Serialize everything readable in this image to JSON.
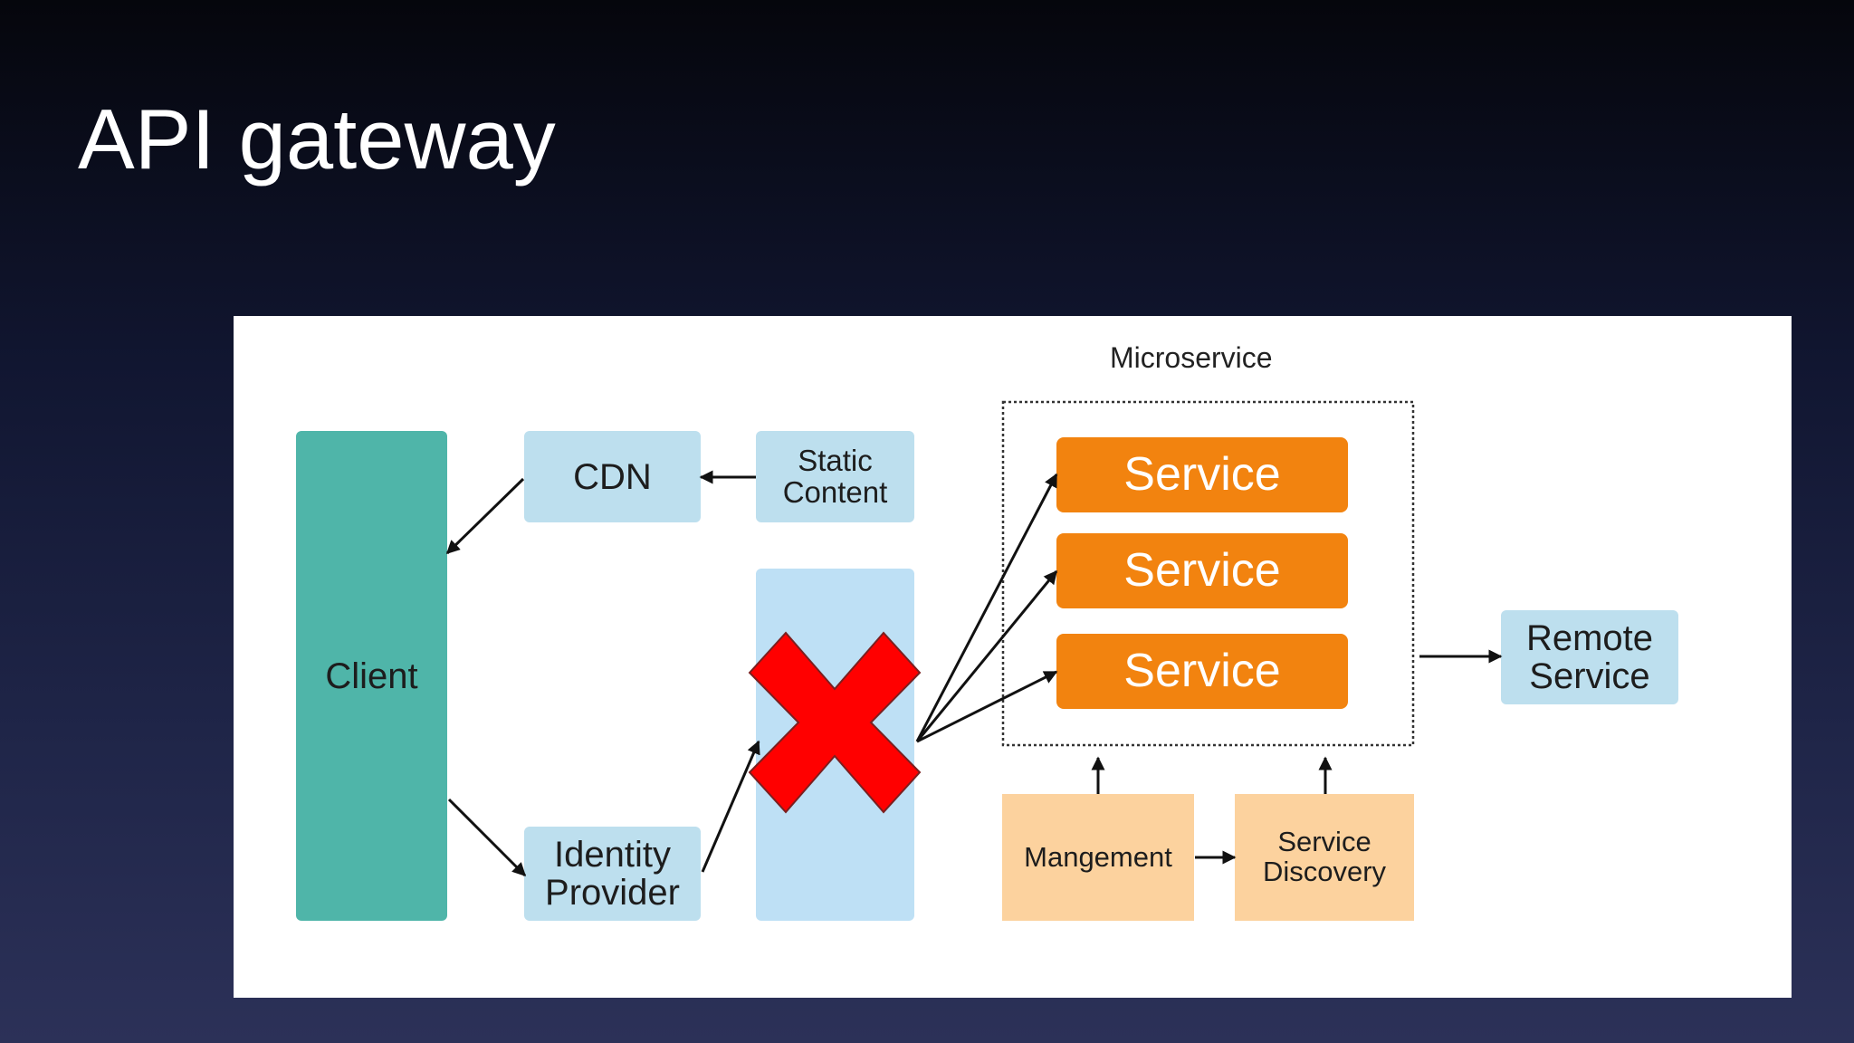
{
  "slide": {
    "title": "API gateway"
  },
  "diagram": {
    "microservice_label": "Microservice",
    "client": "Client",
    "cdn": "CDN",
    "static_content": [
      "Static",
      "Content"
    ],
    "identity_provider": [
      "Identity",
      "Provider"
    ],
    "services": [
      "Service",
      "Service",
      "Service"
    ],
    "remote_service": [
      "Remote",
      "Service"
    ],
    "management": "Mangement",
    "service_discovery": [
      "Service",
      "Discovery"
    ],
    "colors": {
      "client": "#4fb5a9",
      "light_blue": "#bddfee",
      "service_orange": "#f2830f",
      "peach": "#fcd29e",
      "cross_red": "#ff0000"
    },
    "overlay_icon": "red-x-cross-icon"
  }
}
